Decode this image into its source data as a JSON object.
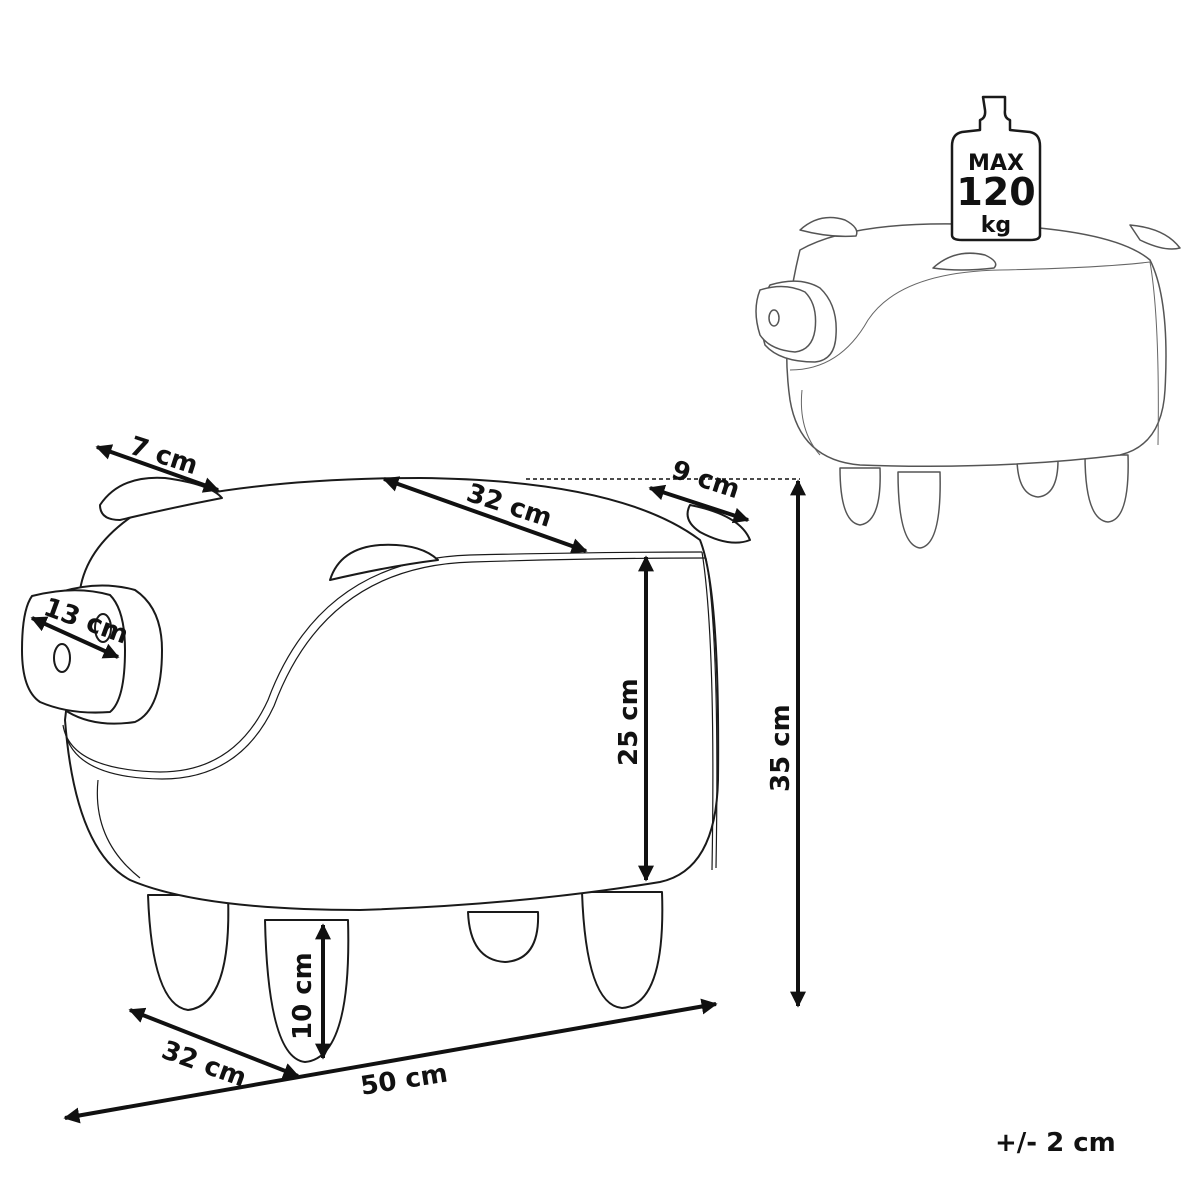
{
  "dimensions": {
    "ear_length": "7 cm",
    "top_depth": "32 cm",
    "tail_length": "9 cm",
    "snout_diameter": "13 cm",
    "body_height": "25 cm",
    "total_height": "35 cm",
    "leg_height": "10 cm",
    "base_depth": "32 cm",
    "total_width": "50 cm"
  },
  "weight_badge": {
    "line1": "MAX",
    "line2": "120",
    "line3": "kg"
  },
  "tolerance": "+/- 2 cm"
}
